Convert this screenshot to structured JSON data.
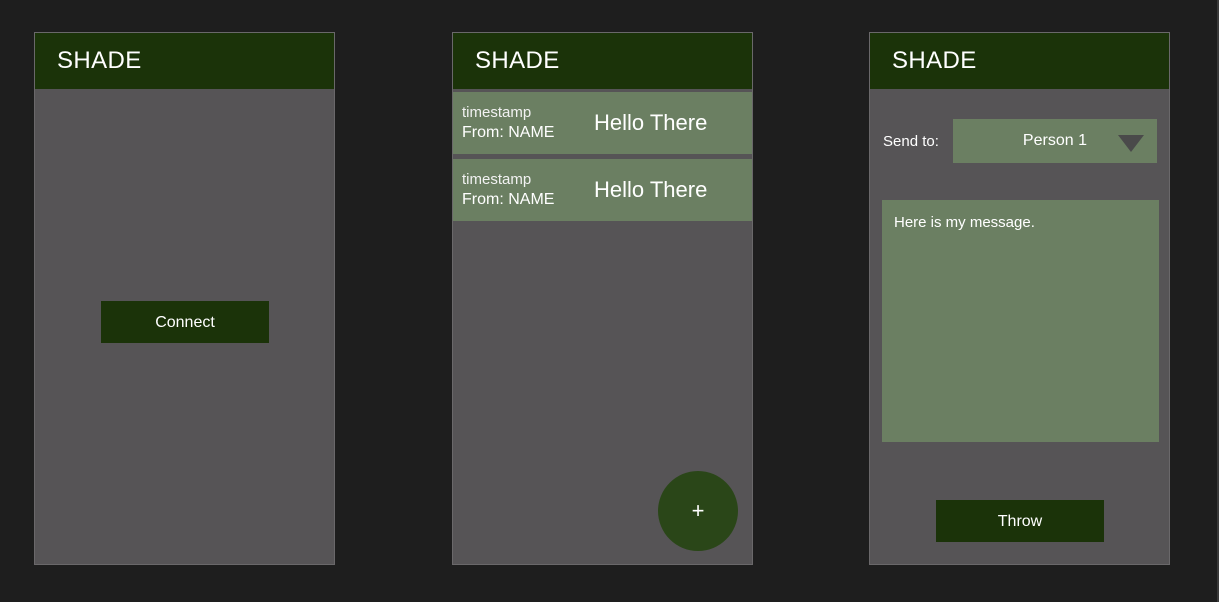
{
  "app": {
    "name": "SHADE",
    "theme": {
      "background": "#1e1e1e",
      "panel": "#565456",
      "panel_border": "#6a686a",
      "app_bar": "#1b3309",
      "accent_green": "#1b3309",
      "fab_green": "#2a4618",
      "sage": "#6b7f62",
      "text_light": "#ffffff"
    }
  },
  "screens": [
    {
      "id": "connect",
      "app_bar_title": "SHADE",
      "connect_button_label": "Connect"
    },
    {
      "id": "inbox",
      "app_bar_title": "SHADE",
      "messages": [
        {
          "timestamp": "timestamp",
          "from": "From: NAME",
          "preview": "Hello  There"
        },
        {
          "timestamp": "timestamp",
          "from": "From: NAME",
          "preview": "Hello  There"
        }
      ],
      "fab": {
        "icon": "plus-icon",
        "glyph": "+"
      }
    },
    {
      "id": "compose",
      "app_bar_title": "SHADE",
      "send_to_label": "Send to:",
      "recipient_selected": "Person 1",
      "recipient_icon": "chevron-down-icon",
      "message_value": "Here is my message.",
      "message_placeholder": "",
      "throw_button_label": "Throw"
    }
  ]
}
